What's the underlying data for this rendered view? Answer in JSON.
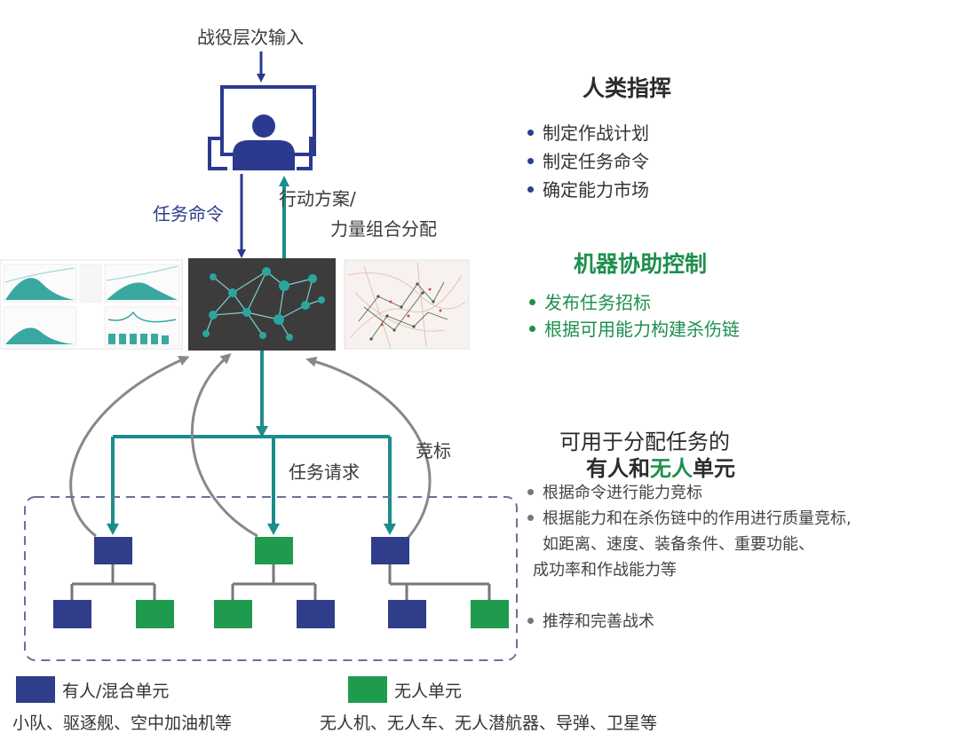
{
  "flow": {
    "campaign_input": "战役层次输入",
    "task_order": "任务命令",
    "action_plan": "行动方案/",
    "force_allocation": "力量组合分配",
    "task_request": "任务请求",
    "bid": "竞标"
  },
  "human_command": {
    "title": "人类指挥",
    "items": [
      "制定作战计划",
      "制定任务命令",
      "确定能力市场"
    ]
  },
  "machine_control": {
    "title": "机器协助控制",
    "items": [
      "发布任务招标",
      "根据可用能力构建杀伤链"
    ]
  },
  "units": {
    "title_line1": "可用于分配任务的",
    "title_line2_part1": "有人和",
    "title_line2_part2": "无人",
    "title_line2_part3": "单元",
    "items": [
      {
        "lines": [
          "根据命令进行能力竞标"
        ]
      },
      {
        "lines": [
          "根据能力和在杀伤链中的作用进行质量竞标,",
          "如距离、速度、装备条件、重要功能、",
          "成功率和作战能力等"
        ]
      },
      {
        "lines": [
          "推荐和完善战术"
        ]
      }
    ]
  },
  "legend": {
    "manned_label": "有人/混合单元",
    "manned_examples": "小队、驱逐舰、空中加油机等",
    "unmanned_label": "无人单元",
    "unmanned_examples": "无人机、无人车、无人潜航器、导弹、卫星等"
  },
  "colors": {
    "manned": "#2f3d8a",
    "unmanned": "#1f9b4d",
    "teal": "#1c8c8c",
    "navy": "#2b3a8f",
    "gray_arrow": "#888888",
    "green_text": "#1e8f4e",
    "dark_panel": "#3c3c3c",
    "node": "#2aa5a0"
  }
}
